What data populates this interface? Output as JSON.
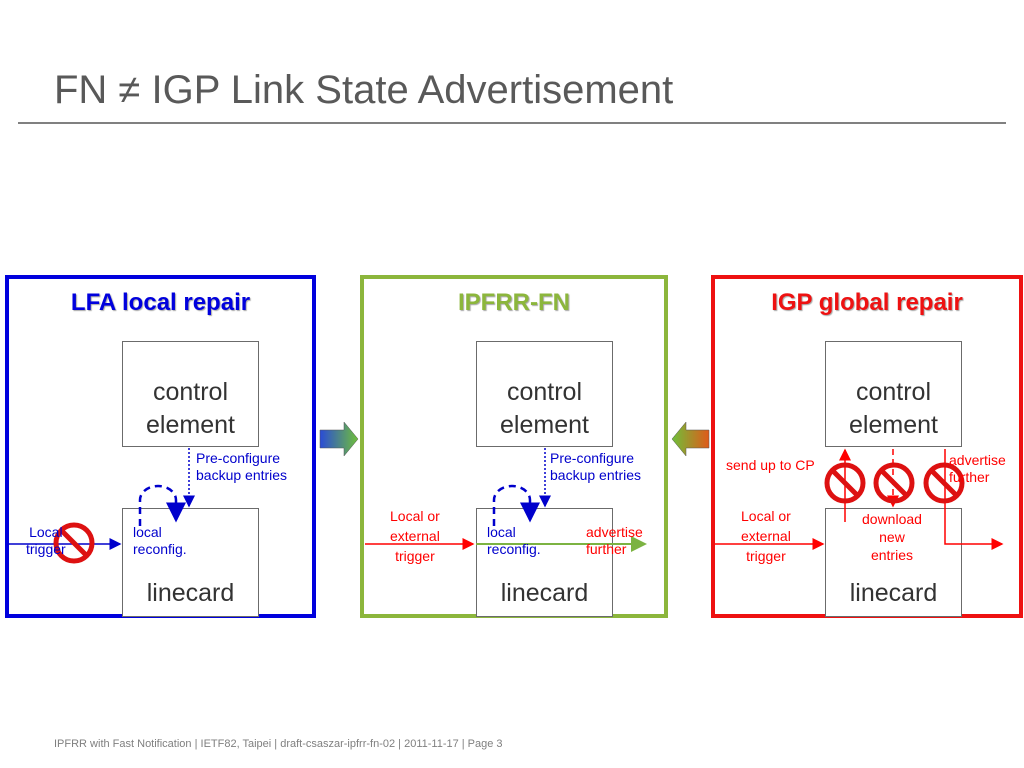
{
  "title": "FN ≠ IGP Link State Advertisement",
  "footer": "IPFRR with Fast Notification  |  IETF82, Taipei  |  draft-csaszar-ipfrr-fn-02  |  2011-11-17  |  Page 3",
  "colors": {
    "lfa": "#0000dd",
    "fn": "#8cb63c",
    "igp": "#ee1111",
    "title": "#595959"
  },
  "panels": {
    "lfa": {
      "title": "LFA local repair",
      "control_element": "control\nelement",
      "linecard": "linecard",
      "preconfigure": "Pre-configure\nbackup entries",
      "local_reconfig": "local\nreconfig.",
      "trigger": "Local\ntrigger"
    },
    "fn": {
      "title": "IPFRR-FN",
      "control_element": "control\nelement",
      "linecard": "linecard",
      "preconfigure": "Pre-configure\nbackup entries",
      "local_reconfig": "local\nreconfig.",
      "trigger": "Local or\nexternal\ntrigger",
      "advertise": "advertise\nfurther"
    },
    "igp": {
      "title": "IGP global repair",
      "control_element": "control\nelement",
      "linecard": "linecard",
      "send_up": "send up to CP",
      "advertise": "advertise\nfurther",
      "download": "download\nnew\nentries",
      "trigger": "Local or\nexternal\ntrigger"
    }
  }
}
